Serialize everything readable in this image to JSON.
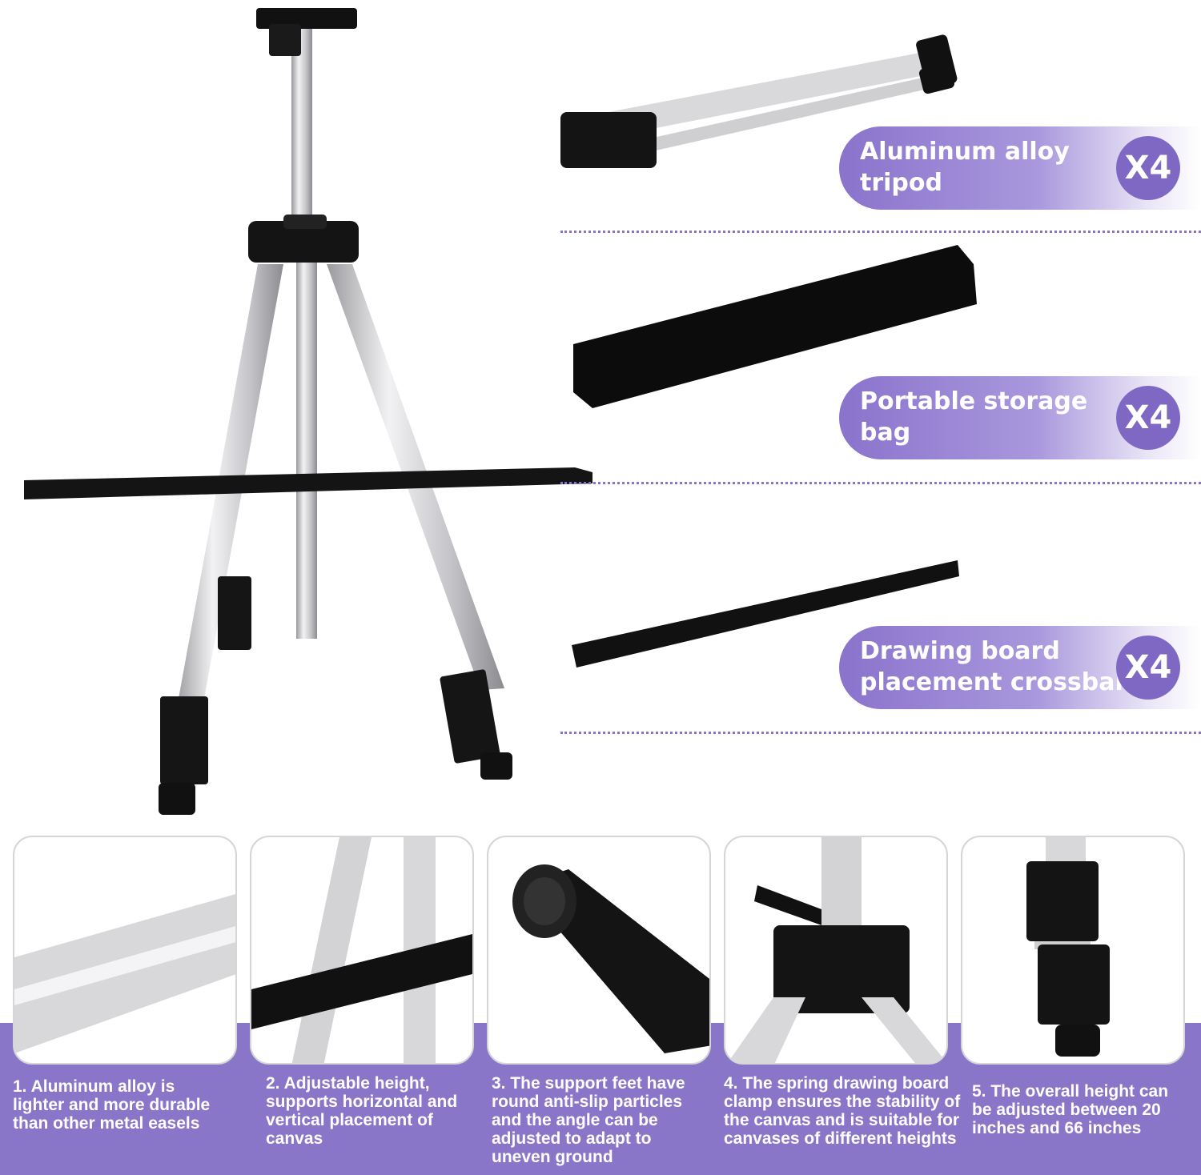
{
  "components": [
    {
      "label": "Aluminum alloy tripod",
      "quantity": "X4"
    },
    {
      "label": "Portable storage bag",
      "quantity": "X4"
    },
    {
      "label": "Drawing board placement crossbar",
      "quantity": "X4"
    }
  ],
  "features": [
    {
      "caption": "1. Aluminum alloy is lighter and more durable than other metal easels"
    },
    {
      "caption": "2. Adjustable height, supports horizontal and vertical placement of canvas"
    },
    {
      "caption": "3. The support feet have round anti-slip particles and the angle can be adjusted to adapt to uneven ground"
    },
    {
      "caption": "4. The spring drawing board clamp ensures the stability of the canvas and is suitable for canvases of different heights"
    },
    {
      "caption": "5. The overall height can be adjusted between 20 inches and 66 inches"
    }
  ],
  "colors": {
    "accent": "#8a76c8",
    "pill_circle": "#7f68c4",
    "metal": "#c9c9cc",
    "plastic": "#111111"
  }
}
